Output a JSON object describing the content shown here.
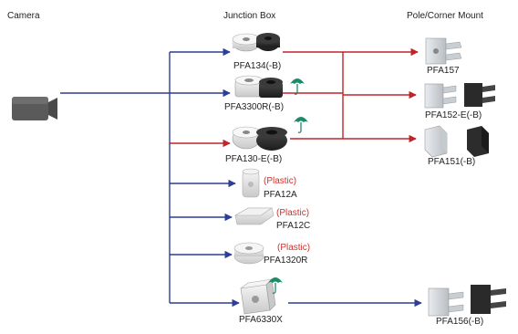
{
  "headers": {
    "camera": "Camera",
    "junction_box": "Junction Box",
    "mount": "Pole/Corner Mount"
  },
  "junction_boxes": [
    {
      "label": "PFA134(-B)",
      "note": "",
      "weatherproof": false
    },
    {
      "label": "PFA3300R(-B)",
      "note": "",
      "weatherproof": true
    },
    {
      "label": "PFA130-E(-B)",
      "note": "",
      "weatherproof": true
    },
    {
      "label": "PFA12A",
      "note": "(Plastic)",
      "weatherproof": false
    },
    {
      "label": "PFA12C",
      "note": "(Plastic)",
      "weatherproof": false
    },
    {
      "label": "PFA1320R",
      "note": "(Plastic)",
      "weatherproof": false
    },
    {
      "label": "PFA6330X",
      "note": "",
      "weatherproof": true
    }
  ],
  "mounts": [
    {
      "label": "PFA157"
    },
    {
      "label": "PFA152-E(-B)"
    },
    {
      "label": "PFA151(-B)"
    },
    {
      "label": "PFA156(-B)"
    }
  ],
  "colors": {
    "blue_line": "#2b3f95",
    "red_line": "#c0242b",
    "umbrella": "#1e8a6a",
    "plastic_note": "#d1302c"
  },
  "icons": {
    "camera": "camera-icon",
    "umbrella": "umbrella-icon"
  }
}
